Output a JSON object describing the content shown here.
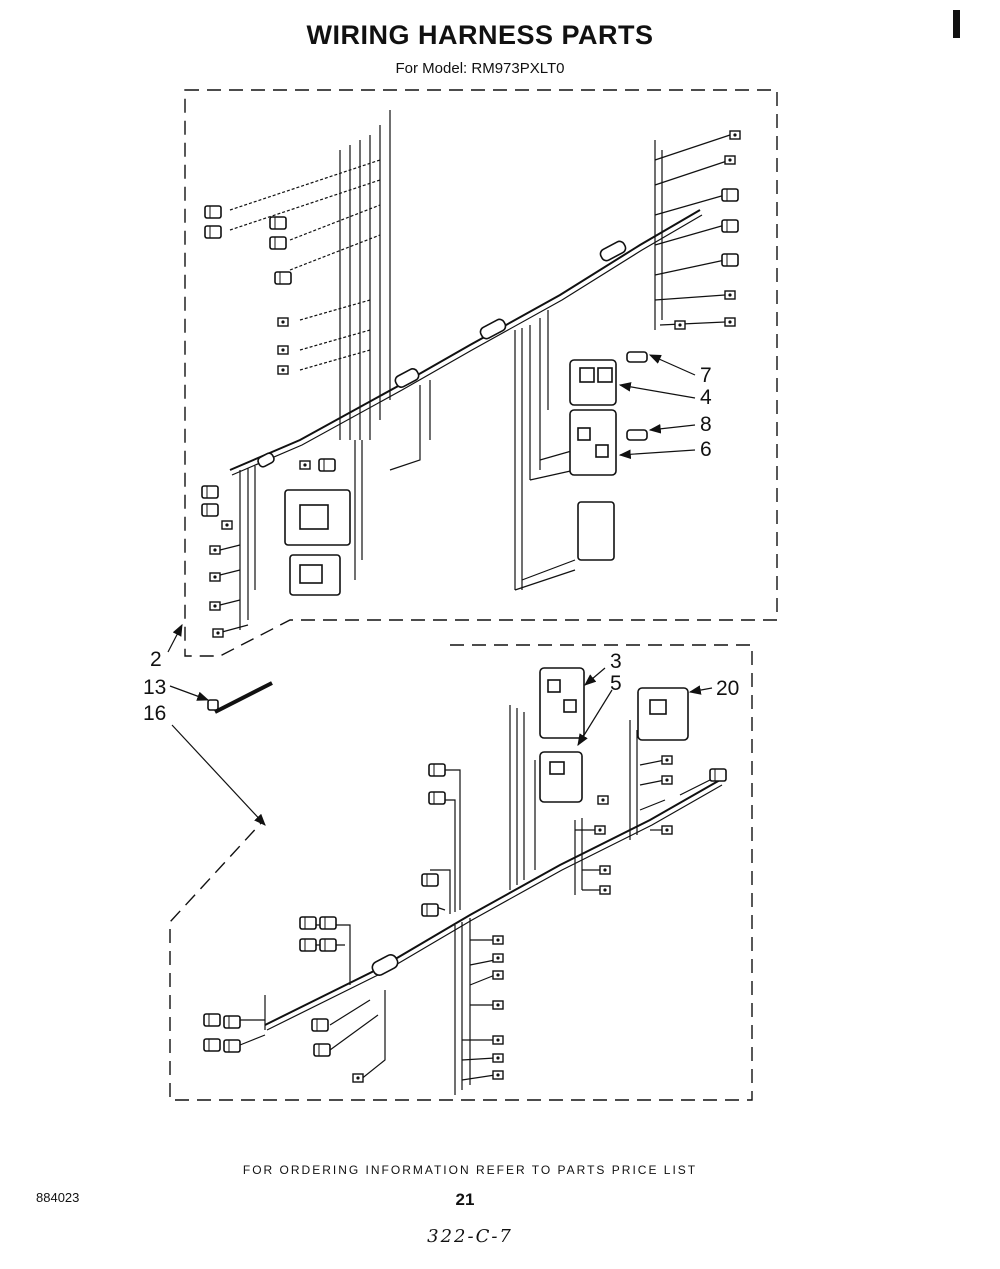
{
  "title": "WIRING HARNESS PARTS",
  "subtitle": "For Model: RM973PXLT0",
  "callouts": {
    "c7": "7",
    "c4": "4",
    "c8": "8",
    "c6": "6",
    "c2": "2",
    "c13": "13",
    "c16": "16",
    "c3": "3",
    "c5": "5",
    "c20": "20"
  },
  "footer": {
    "ordering_note": "FOR ORDERING INFORMATION REFER TO PARTS PRICE LIST",
    "doc_number": "884023",
    "page_number": "21",
    "handwritten": "322-C-7"
  }
}
